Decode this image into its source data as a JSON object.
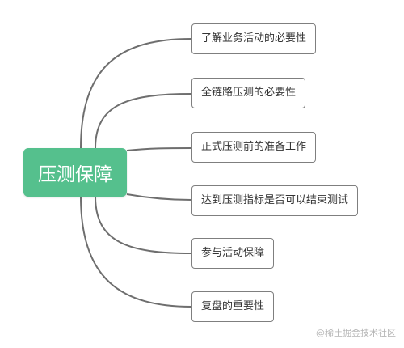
{
  "mindmap": {
    "root": {
      "label": "压测保障"
    },
    "branches": [
      {
        "label": "了解业务活动的必要性"
      },
      {
        "label": "全链路压测的必要性"
      },
      {
        "label": "正式压测前的准备工作"
      },
      {
        "label": "达到压测指标是否可以结束测试"
      },
      {
        "label": "参与活动保障"
      },
      {
        "label": "复盘的重要性"
      }
    ]
  },
  "watermark": "@稀土掘金技术社区",
  "colors": {
    "root_fill": "#55c08d",
    "root_text": "#ffffff",
    "connector": "#6e6e6e",
    "child_border": "#7f7f7f"
  }
}
